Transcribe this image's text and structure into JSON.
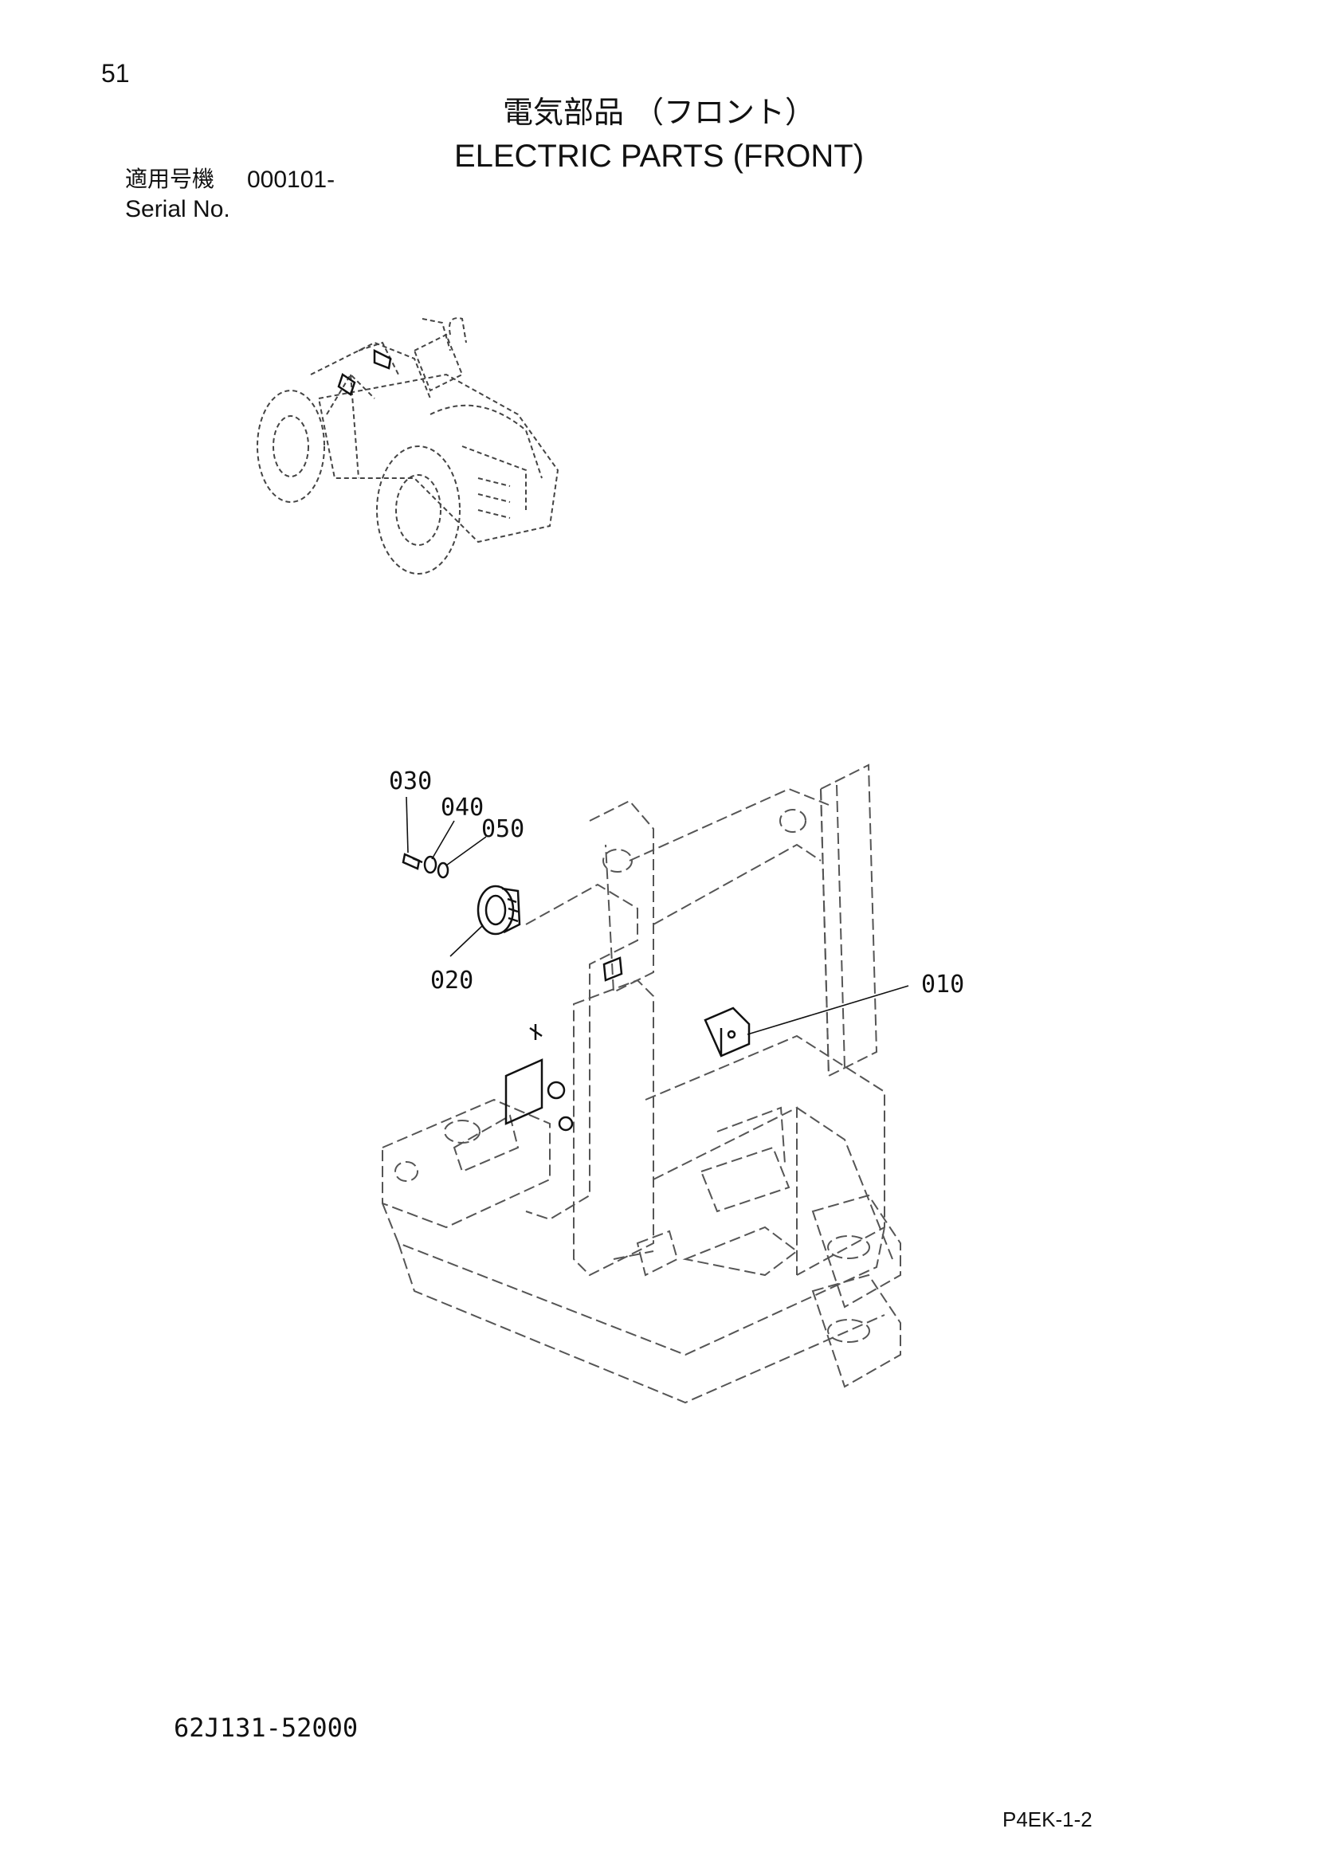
{
  "header": {
    "page_number": "51",
    "title_jp": "電気部品 （フロント）",
    "title_en": "ELECTRIC PARTS (FRONT)",
    "serial_label_jp": "適用号機",
    "serial_value": "000101-",
    "serial_label_en": "Serial No."
  },
  "callouts": [
    {
      "id": "010"
    },
    {
      "id": "020"
    },
    {
      "id": "030"
    },
    {
      "id": "040"
    },
    {
      "id": "050"
    }
  ],
  "footer": {
    "doc_number": "62J131-52000",
    "page_code": "P4EK-1-2"
  }
}
